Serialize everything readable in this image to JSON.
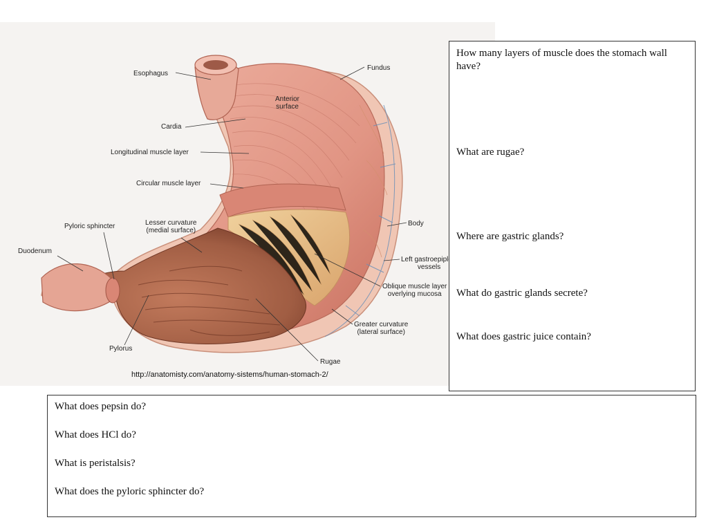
{
  "figure": {
    "labels": {
      "esophagus": "Esophagus",
      "fundus": "Fundus",
      "anterior_surface": "Anterior\nsurface",
      "cardia": "Cardia",
      "longitudinal": "Longitudinal muscle layer",
      "circular": "Circular muscle layer",
      "body": "Body",
      "pyloric_sphincter": "Pyloric sphincter",
      "lesser_curvature": "Lesser curvature\n(medial surface)",
      "duodenum": "Duodenum",
      "left_gastro": "Left gastroepiploic\nvessels",
      "oblique": "Oblique muscle layer\noverlying mucosa",
      "greater_curvature": "Greater curvature\n(lateral surface)",
      "pylorus": "Pylorus",
      "rugae": "Rugae"
    },
    "credit": "http://anatomisty.com/anatomy-sistems/human-stomach-2/"
  },
  "right_questions": [
    "How many layers of muscle does the stomach wall have?",
    "What are rugae?",
    "Where are gastric glands?",
    "What do gastric glands secrete?",
    "What does gastric juice contain?"
  ],
  "bottom_questions": [
    "What does pepsin do?",
    "What does HCl do?",
    "What is peristalsis?",
    "What does the pyloric sphincter do?"
  ],
  "colors": {
    "muscle": "#e3998a",
    "muscle_dark": "#c8705f",
    "mucosa": "#b36a50",
    "mucosa_dark": "#8a4b35",
    "oblique": "#e9c08a",
    "serosa": "#f0c6b4",
    "vessel": "#6a8fb8"
  }
}
